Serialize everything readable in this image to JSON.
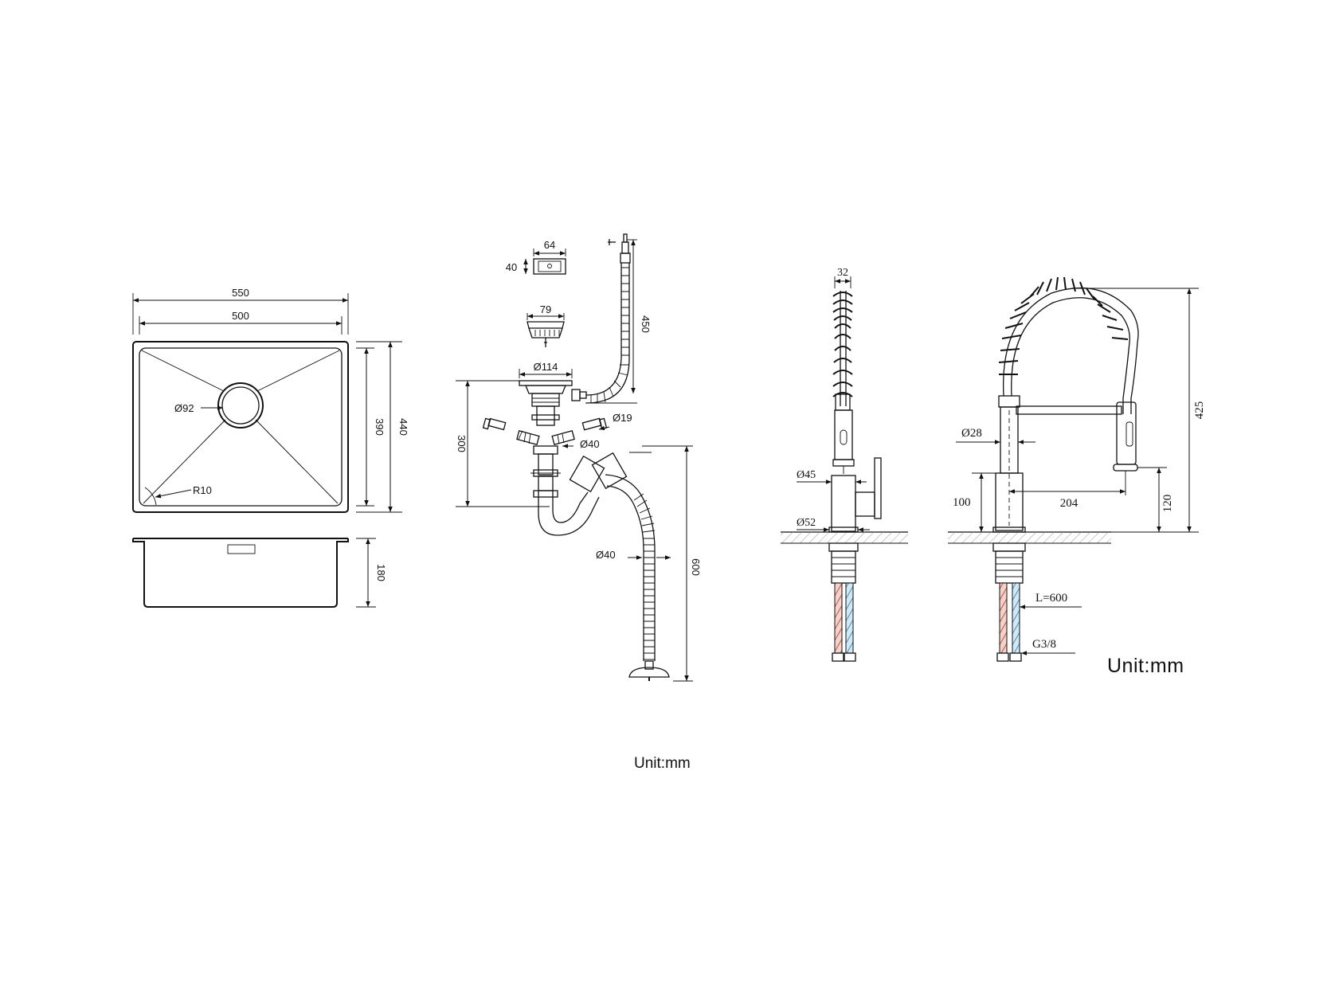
{
  "sink": {
    "width_outer": "550",
    "width_inner": "500",
    "depth_inner": "390",
    "depth_outer": "440",
    "height": "180",
    "drain_dia": "Ø92",
    "radius": "R10"
  },
  "drain": {
    "basket_w": "64",
    "basket_h": "40",
    "strainer": "79",
    "flange": "Ø114",
    "overflow_len": "450",
    "overflow_dia": "Ø19",
    "pipe_dia": "Ø40",
    "trap_height": "300",
    "hose_dia": "Ø40",
    "hose_len": "600"
  },
  "faucet_side": {
    "head_w": "32",
    "body_dia": "Ø45",
    "base_dia": "Ø52"
  },
  "faucet_front": {
    "stem_dia": "Ø28",
    "total_height": "425",
    "body_height": "100",
    "reach": "204",
    "spout_height": "120",
    "hose_len": "L=600",
    "thread": "G3/8"
  },
  "units": {
    "main": "Unit:mm",
    "sub": "Unit:mm"
  }
}
